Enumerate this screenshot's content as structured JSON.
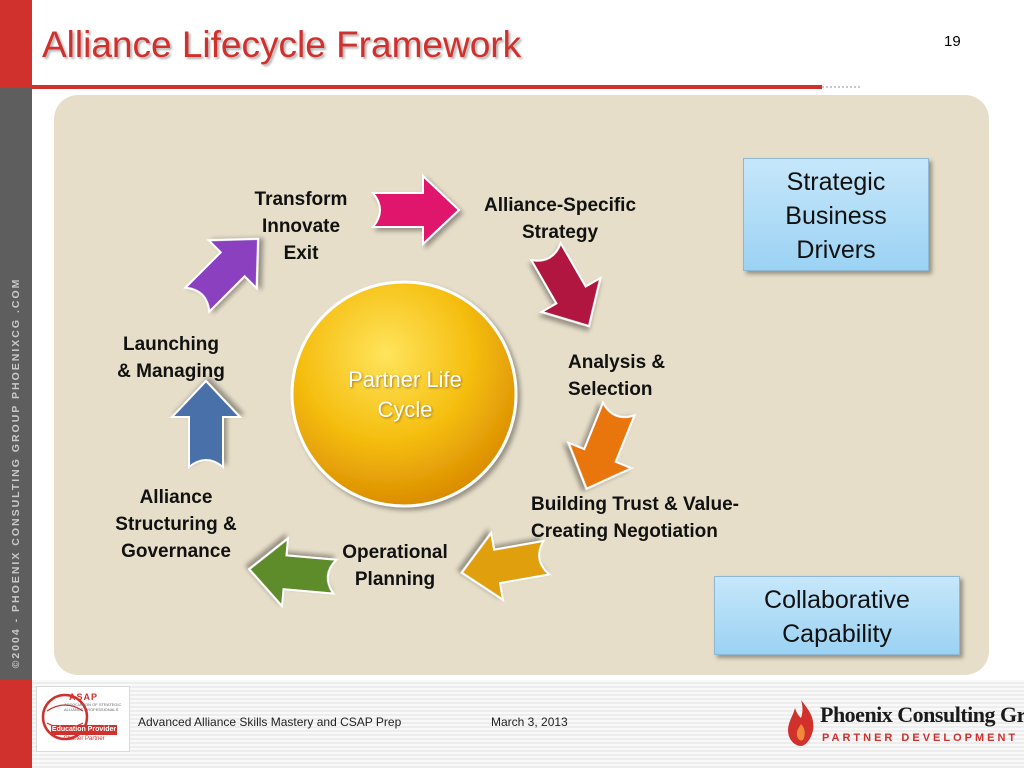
{
  "slide": {
    "title": "Alliance Lifecycle Framework",
    "page_number": "19",
    "sidebar_text": "©2004 - PHOENIX CONSULTING GROUP   PHOENIXCG .COM"
  },
  "diagram": {
    "center_label": [
      "Partner Life",
      "Cycle"
    ],
    "stages": [
      {
        "lines": [
          "Transform",
          "Innovate",
          "Exit"
        ],
        "arrow_color": "#e0186c"
      },
      {
        "lines": [
          "Alliance-Specific",
          "Strategy"
        ],
        "arrow_color": "#b01540"
      },
      {
        "lines": [
          "Analysis &",
          "Selection"
        ],
        "arrow_color": "#e8760c"
      },
      {
        "lines": [
          "Building Trust & Value-",
          "Creating Negotiation"
        ],
        "arrow_color": "#e0a010"
      },
      {
        "lines": [
          "Operational",
          "Planning"
        ],
        "arrow_color": "#5e8c2a"
      },
      {
        "lines": [
          "Alliance",
          "Structuring &",
          "Governance"
        ],
        "arrow_color": "#4a6fa8"
      },
      {
        "lines": [
          "Launching",
          "& Managing"
        ],
        "arrow_color": "#8b3fc0"
      }
    ],
    "callouts": {
      "strategic": [
        "Strategic",
        "Business",
        "Drivers"
      ],
      "collaborative": [
        "Collaborative",
        "Capability"
      ]
    }
  },
  "footer": {
    "course": "Advanced Alliance Skills Mastery and CSAP Prep",
    "date": "March 3, 2013",
    "asap_logo": {
      "name": "ASAP",
      "tagline": "ASSOCIATION OF STRATEGIC ALLIANCE PROFESSIONALS",
      "badge": "Education Provider",
      "badge_sub": "Charter Partner"
    },
    "phoenix_logo": {
      "name": "Phoenix Consulting Group",
      "subtitle": "PARTNER DEVELOPMENT"
    }
  },
  "colors": {
    "accent_red": "#d0312d",
    "panel": "#e6dec9",
    "callout_blue": "#b8e0f7",
    "center_gold": "#f2b20c"
  }
}
